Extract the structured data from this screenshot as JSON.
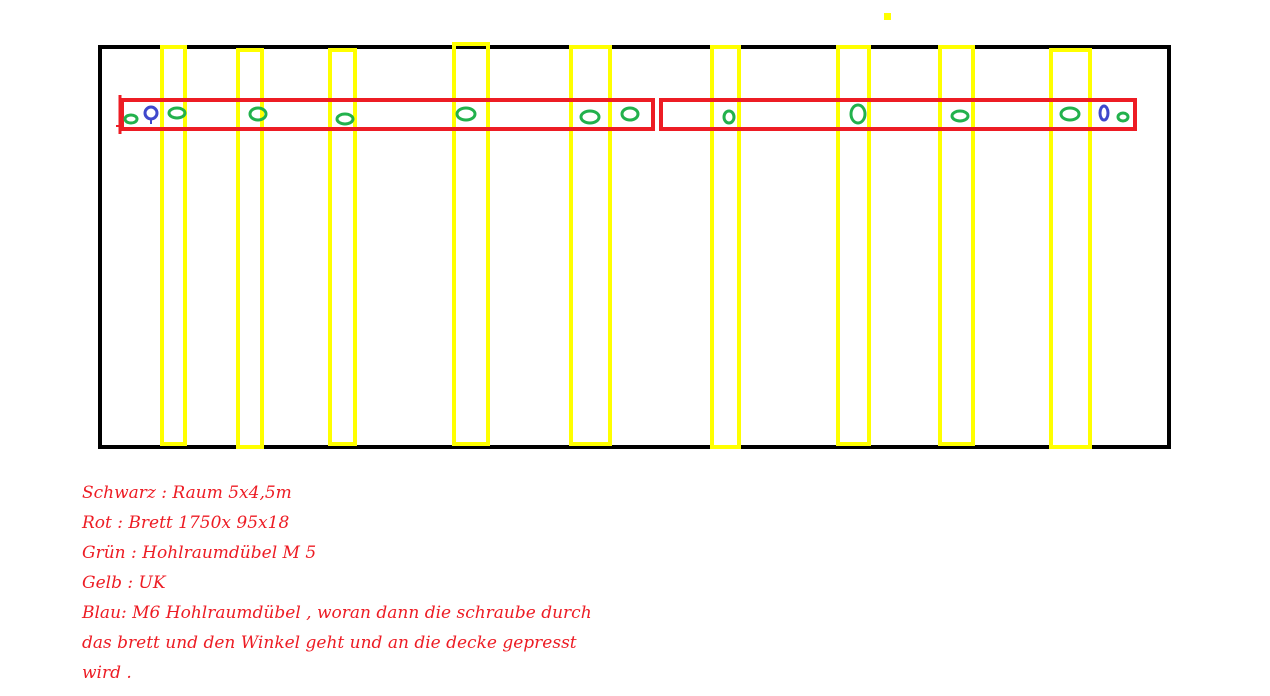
{
  "colors": {
    "room": "#000000",
    "board": "#ed1c24",
    "hollow_wall_anchor_m5": "#22b14c",
    "joist": "#ffff00",
    "m6_anchor": "#3f48cc",
    "legend_text": "#ed1c24"
  },
  "legend": {
    "black": "Schwarz : Raum 5x4,5m",
    "red": "Rot : Brett 1750x 95x18",
    "green": "Grün : Hohlraumdübel M 5",
    "yellow": "Gelb : UK",
    "blue_line1": "Blau: M6 Hohlraumdübel , woran dann die schraube durch",
    "blue_line2": "das brett und den Winkel geht und an die decke gepresst",
    "blue_line3": "wird ."
  }
}
